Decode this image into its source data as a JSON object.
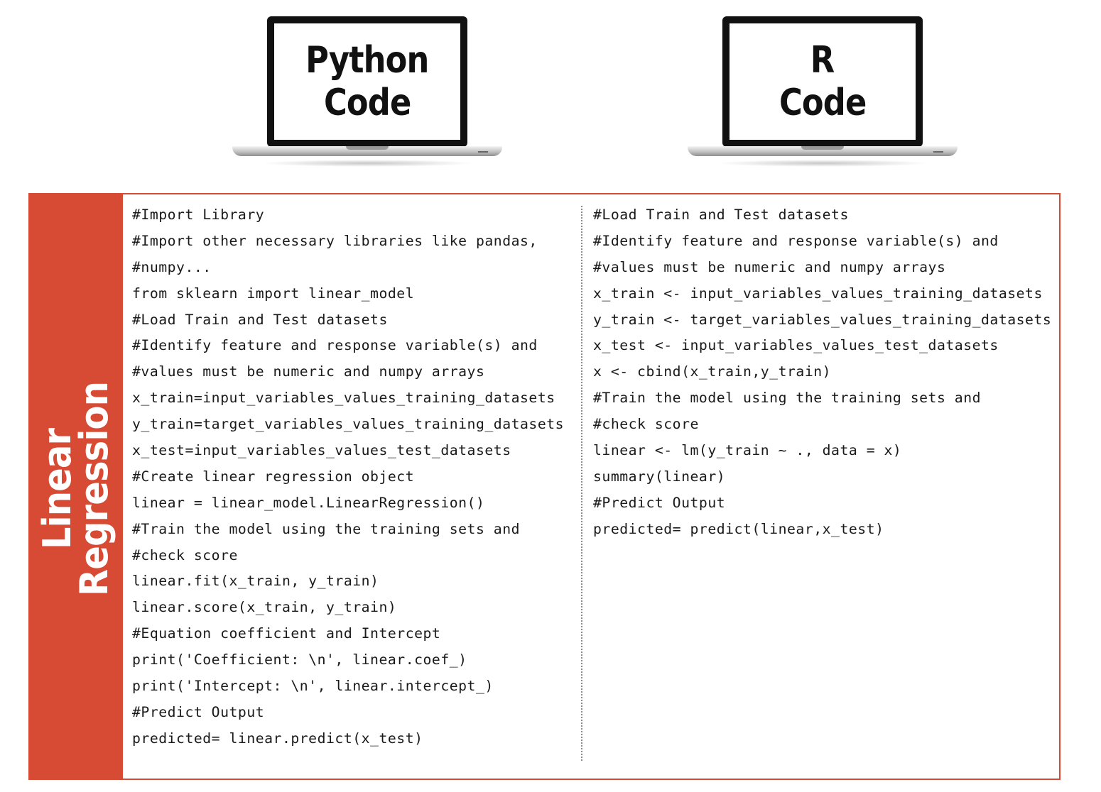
{
  "header": {
    "python_laptop": {
      "line1": "Python",
      "line2": "Code"
    },
    "r_laptop": {
      "line1": "R",
      "line2": "Code"
    }
  },
  "panel": {
    "side_title": {
      "line1": "Linear",
      "line2": "Regression"
    },
    "colors": {
      "accent": "#d74a33"
    },
    "python_code": [
      "#Import Library",
      "#Import other necessary libraries like pandas,",
      "#numpy...",
      "from sklearn import linear_model",
      "#Load Train and Test datasets",
      "#Identify feature and response variable(s) and",
      "#values must be numeric and numpy arrays",
      "x_train=input_variables_values_training_datasets",
      "y_train=target_variables_values_training_datasets",
      "x_test=input_variables_values_test_datasets",
      "#Create linear regression object",
      "linear = linear_model.LinearRegression()",
      "#Train the model using the training sets and",
      "#check score",
      "linear.fit(x_train, y_train)",
      "linear.score(x_train, y_train)",
      "#Equation coefficient and Intercept",
      "print('Coefficient: \\n', linear.coef_)",
      "print('Intercept: \\n', linear.intercept_)",
      "#Predict Output",
      "predicted= linear.predict(x_test)"
    ],
    "r_code": [
      "#Load Train and Test datasets",
      "#Identify feature and response variable(s) and",
      "#values must be numeric and numpy arrays",
      "x_train <- input_variables_values_training_datasets",
      "y_train <- target_variables_values_training_datasets",
      "x_test <- input_variables_values_test_datasets",
      "x <- cbind(x_train,y_train)",
      "#Train the model using the training sets and",
      "#check score",
      "linear <- lm(y_train ~ ., data = x)",
      "summary(linear)",
      "#Predict Output",
      "predicted= predict(linear,x_test)"
    ]
  }
}
